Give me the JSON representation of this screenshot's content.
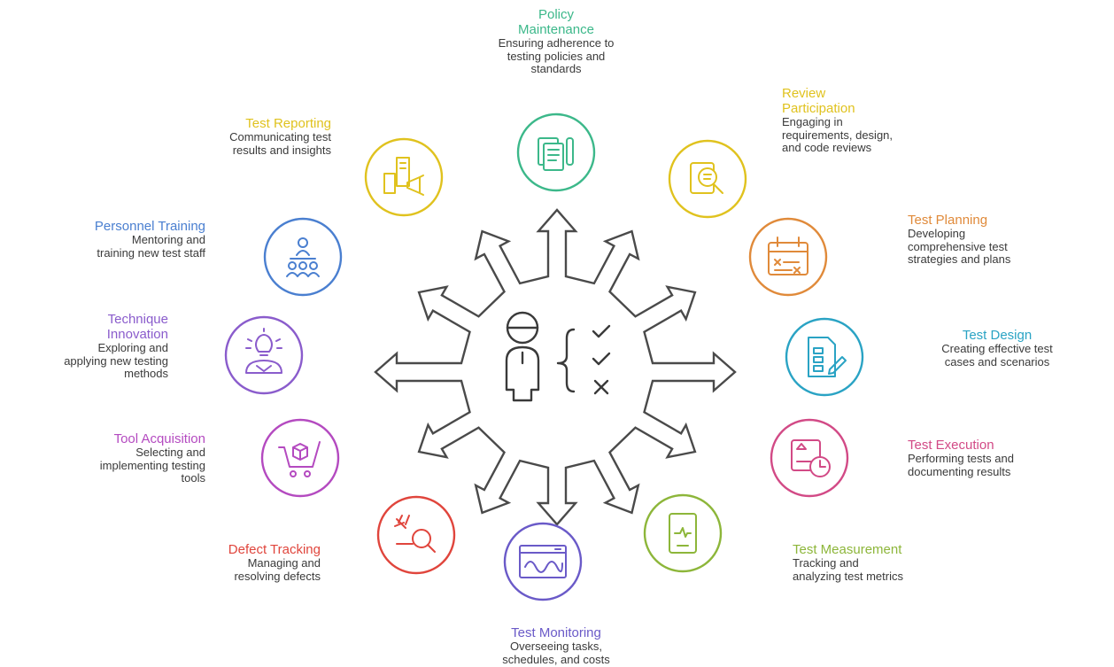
{
  "center": {
    "icon": "tester-checklist-icon"
  },
  "nodes": [
    {
      "id": "policy",
      "title_lines": [
        "Policy",
        "Maintenance"
      ],
      "desc_lines": [
        "Ensuring adherence to",
        "testing policies and",
        "standards"
      ],
      "color": "#3cb88a",
      "icon": "policy-documents-icon"
    },
    {
      "id": "review",
      "title_lines": [
        "Review",
        "Participation"
      ],
      "desc_lines": [
        "Engaging in",
        "requirements, design,",
        "and code reviews"
      ],
      "color": "#e0c21e",
      "icon": "review-magnifier-icon"
    },
    {
      "id": "planning",
      "title_lines": [
        "Test Planning"
      ],
      "desc_lines": [
        "Developing",
        "comprehensive test",
        "strategies and plans"
      ],
      "color": "#e08a3a",
      "icon": "calendar-plan-icon"
    },
    {
      "id": "design",
      "title_lines": [
        "Test Design"
      ],
      "desc_lines": [
        "Creating effective test",
        "cases and scenarios"
      ],
      "color": "#2aa3c4",
      "icon": "design-document-icon"
    },
    {
      "id": "execution",
      "title_lines": [
        "Test Execution"
      ],
      "desc_lines": [
        "Performing tests and",
        "documenting results"
      ],
      "color": "#d24a86",
      "icon": "execution-clock-icon"
    },
    {
      "id": "measurement",
      "title_lines": [
        "Test Measurement"
      ],
      "desc_lines": [
        "Tracking and",
        "analyzing test metrics"
      ],
      "color": "#8db63a",
      "icon": "metrics-tablet-icon"
    },
    {
      "id": "monitoring",
      "title_lines": [
        "Test Monitoring"
      ],
      "desc_lines": [
        "Overseeing tasks,",
        "schedules, and costs"
      ],
      "color": "#6a5ac8",
      "icon": "monitor-waveform-icon"
    },
    {
      "id": "defect",
      "title_lines": [
        "Defect Tracking"
      ],
      "desc_lines": [
        "Managing and",
        "resolving defects"
      ],
      "color": "#e0453c",
      "icon": "bug-search-icon"
    },
    {
      "id": "tool",
      "title_lines": [
        "Tool Acquisition"
      ],
      "desc_lines": [
        "Selecting and",
        "implementing testing",
        "tools"
      ],
      "color": "#b44ac0",
      "icon": "cart-package-icon"
    },
    {
      "id": "technique",
      "title_lines": [
        "Technique",
        "Innovation"
      ],
      "desc_lines": [
        "Exploring and",
        "applying new testing",
        "methods"
      ],
      "color": "#8a5ccc",
      "icon": "lightbulb-person-icon"
    },
    {
      "id": "training",
      "title_lines": [
        "Personnel Training"
      ],
      "desc_lines": [
        "Mentoring and",
        "training new test staff"
      ],
      "color": "#4a7fd0",
      "icon": "team-training-icon"
    },
    {
      "id": "reporting",
      "title_lines": [
        "Test Reporting"
      ],
      "desc_lines": [
        "Communicating test",
        "results and insights"
      ],
      "color": "#e0c21e",
      "icon": "report-megaphone-icon"
    }
  ]
}
